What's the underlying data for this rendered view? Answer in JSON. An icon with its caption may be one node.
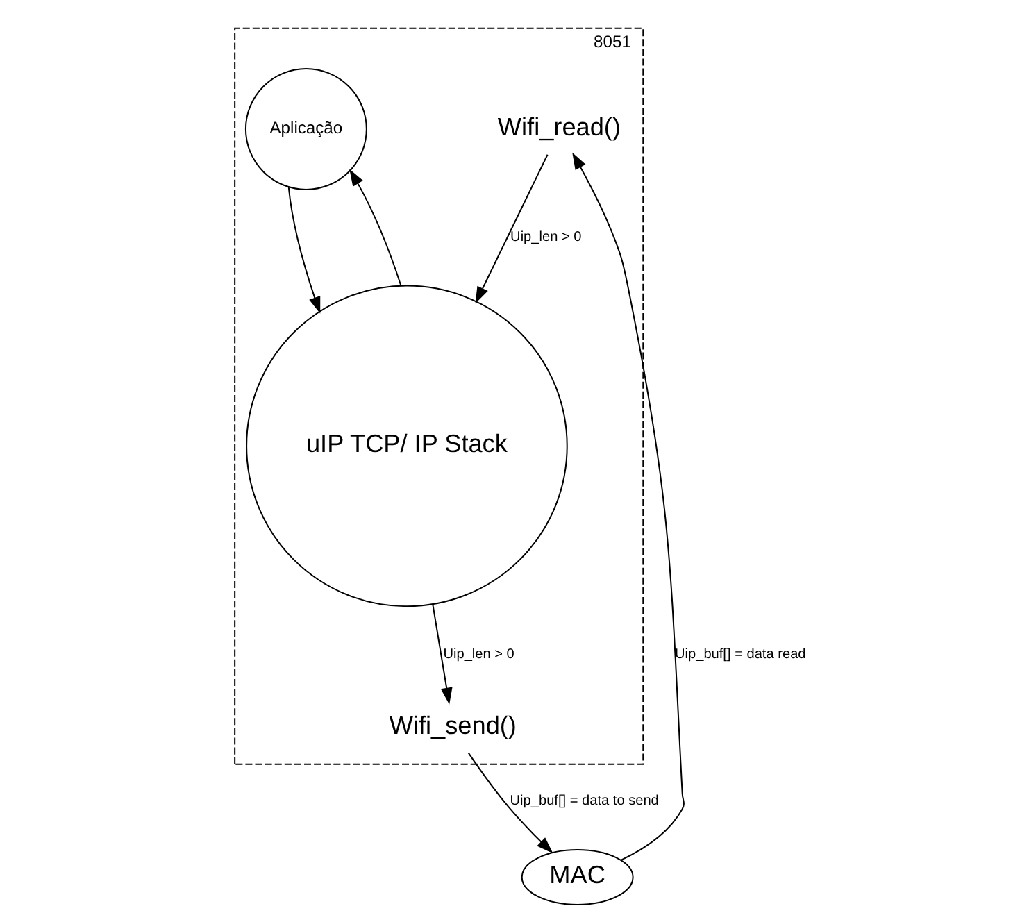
{
  "diagram": {
    "nodes": [
      {
        "text": [
          "8051"
        ]
      },
      {
        "text": [
          "Aplicação"
        ],
        "in": 0
      },
      {
        "text": [
          "uIP TCP/ IP Stack"
        ],
        "in": 0
      },
      {
        "text": [
          "Wifi_read()"
        ],
        "in": 0
      },
      {
        "text": [
          "Wifi_send()"
        ],
        "in": 0
      },
      {
        "text": [
          "MAC"
        ]
      }
    ],
    "edges": [
      {
        "from": 2,
        "to": 1,
        "arrow": "to"
      },
      {
        "from": 1,
        "to": 2,
        "arrow": "to"
      },
      {
        "from": 3,
        "to": 2,
        "arrow": "to",
        "label": "Uip_len > 0"
      },
      {
        "from": 2,
        "to": 4,
        "arrow": "to",
        "label": "Uip_len > 0"
      },
      {
        "from": 5,
        "to": 3,
        "arrow": "to",
        "label": "Uip_buf[] = data read"
      },
      {
        "from": 4,
        "to": 5,
        "arrow": "to",
        "label": "Uip_buf[] = data to send"
      }
    ]
  }
}
